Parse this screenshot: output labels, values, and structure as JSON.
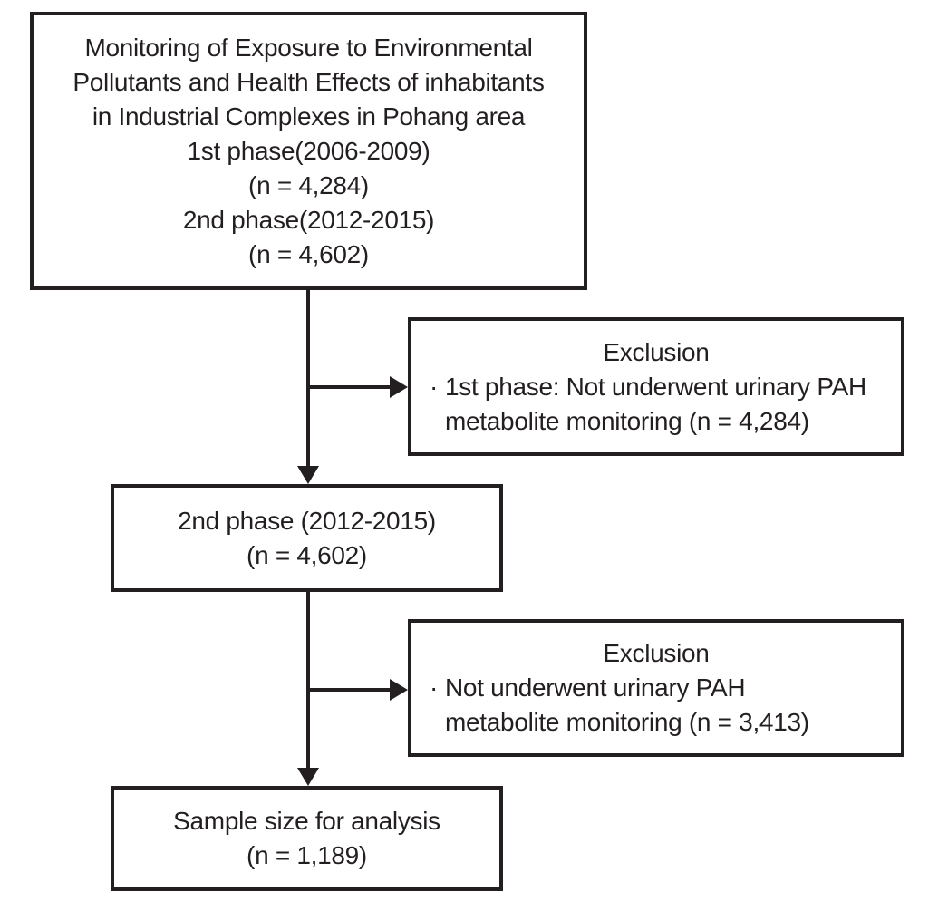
{
  "colors": {
    "text": "#231f20",
    "line": "#231f20",
    "background": "#ffffff"
  },
  "boxes": {
    "source": {
      "lines": [
        "Monitoring of Exposure to Environmental",
        "Pollutants and Health Effects of inhabitants",
        "in Industrial Complexes in Pohang area",
        "1st phase(2006-2009)",
        "(n = 4,284)",
        "2nd phase(2012-2015)",
        "(n = 4,602)"
      ]
    },
    "exclusion1": {
      "title": "Exclusion",
      "bullet": "·",
      "line1": "1st phase: Not underwent urinary PAH",
      "line2": "metabolite monitoring (n = 4,284)"
    },
    "phase2": {
      "lines": [
        "2nd phase (2012-2015)",
        "(n = 4,602)"
      ]
    },
    "exclusion2": {
      "title": "Exclusion",
      "bullet": "·",
      "line1": "Not underwent urinary PAH",
      "line2": "metabolite monitoring (n = 3,413)"
    },
    "final": {
      "lines": [
        "Sample size for analysis",
        "(n = 1,189)"
      ]
    }
  }
}
